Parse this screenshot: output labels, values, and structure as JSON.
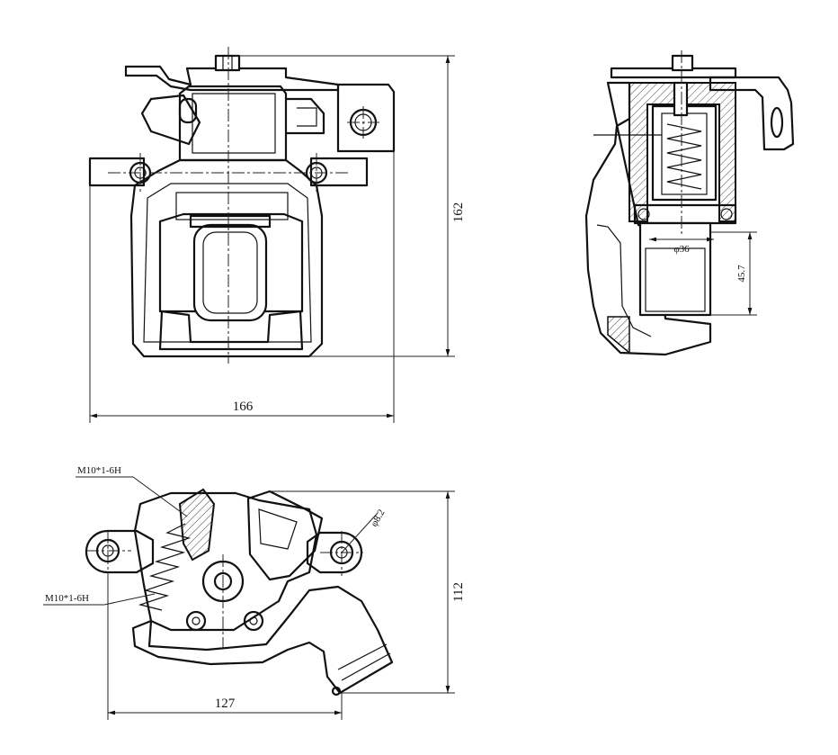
{
  "drawing": {
    "front_view": {
      "height_dim": "162",
      "width_dim": "166"
    },
    "side_view": {
      "bore_dim": "φ36",
      "depth_dim": "45.7"
    },
    "top_view": {
      "thread_callout_upper": "M10*1-6H",
      "thread_callout_lower": "M10*1-6H",
      "hole_dim": "φ8.2",
      "height_dim": "112",
      "width_dim": "127"
    }
  }
}
